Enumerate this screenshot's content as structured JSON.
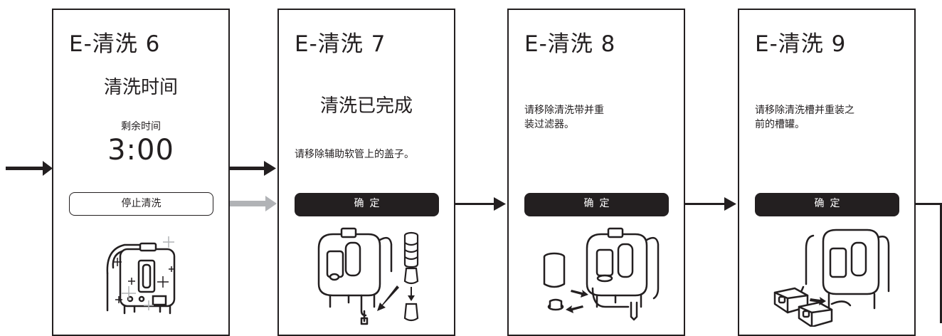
{
  "panels": [
    {
      "title": "E-清洗 6",
      "heading": "清洗时间",
      "remaining_label": "剩余时间",
      "remaining_time": "3:00",
      "button": "停止清洗"
    },
    {
      "title": "E-清洗 7",
      "heading": "清洗已完成",
      "message": "请移除辅助软管上的盖子。",
      "button": "确定"
    },
    {
      "title": "E-清洗 8",
      "message_lines": [
        "请移除清洗带并重",
        "装过滤器。"
      ],
      "button": "确定"
    },
    {
      "title": "E-清洗 9",
      "message_lines": [
        "请移除清洗槽并重装之",
        "前的槽罐。"
      ],
      "button": "确定"
    }
  ],
  "colors": {
    "ink": "#231f20",
    "gray_arrow": "#b1b3b6"
  }
}
